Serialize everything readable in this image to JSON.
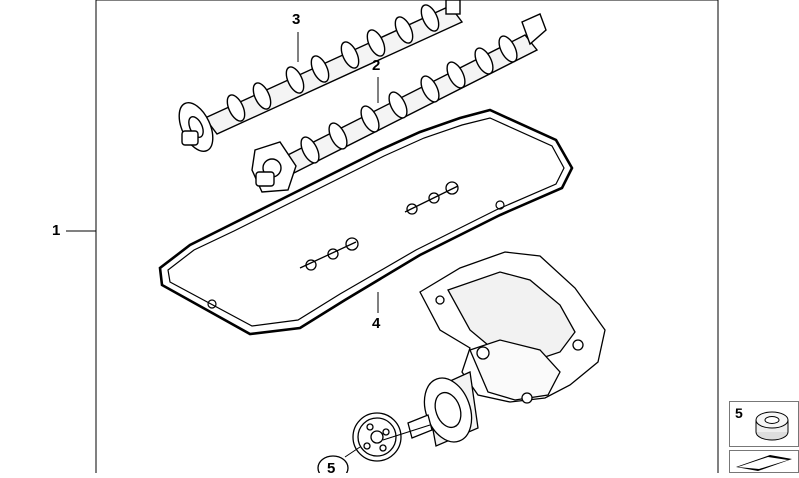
{
  "diagram": {
    "callouts": {
      "one": "1",
      "two": "2",
      "three": "3",
      "four": "4",
      "five": "5"
    },
    "thumbnail": {
      "label": "5"
    }
  }
}
